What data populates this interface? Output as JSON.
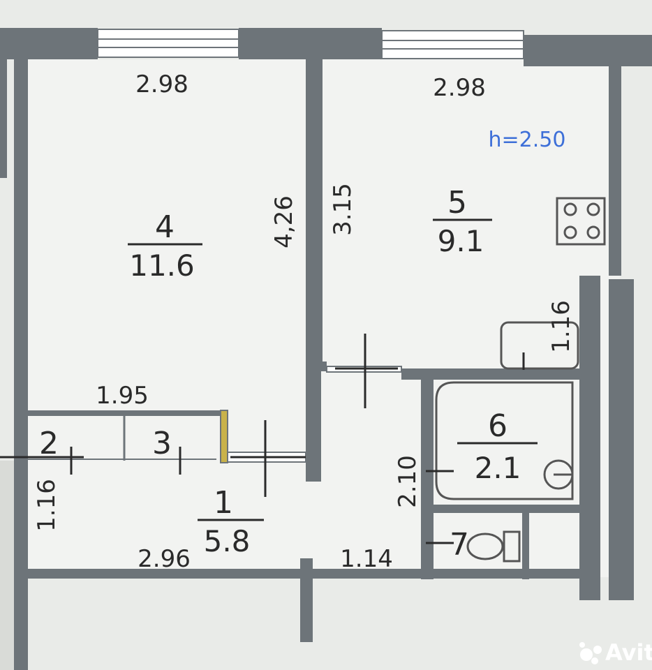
{
  "plan": {
    "ceiling_height": "h=2.50",
    "rooms": [
      {
        "number": "1",
        "area": "5.8"
      },
      {
        "number": "2",
        "area": ""
      },
      {
        "number": "3",
        "area": ""
      },
      {
        "number": "4",
        "area": "11.6"
      },
      {
        "number": "5",
        "area": "9.1"
      },
      {
        "number": "6",
        "area": "2.1"
      },
      {
        "number": "7",
        "area": ""
      }
    ],
    "dimensions": {
      "room4_width": "2.98",
      "room5_width": "2.98",
      "room4_length": "4,26",
      "room5_length": "3.15",
      "kitchen_niche": "1.16",
      "closets_length": "1.95",
      "hall_width": "1.16",
      "hall_length": "2.96",
      "bath_width": "2.10",
      "hall_tail": "1.14"
    }
  },
  "watermark": {
    "text": "Avito"
  },
  "colors": {
    "wall": "#6d7479",
    "floor": "#f2f3f1",
    "ink": "#2a2a2a",
    "height_label": "#3d6fd8",
    "accent": "#c9b24a"
  }
}
